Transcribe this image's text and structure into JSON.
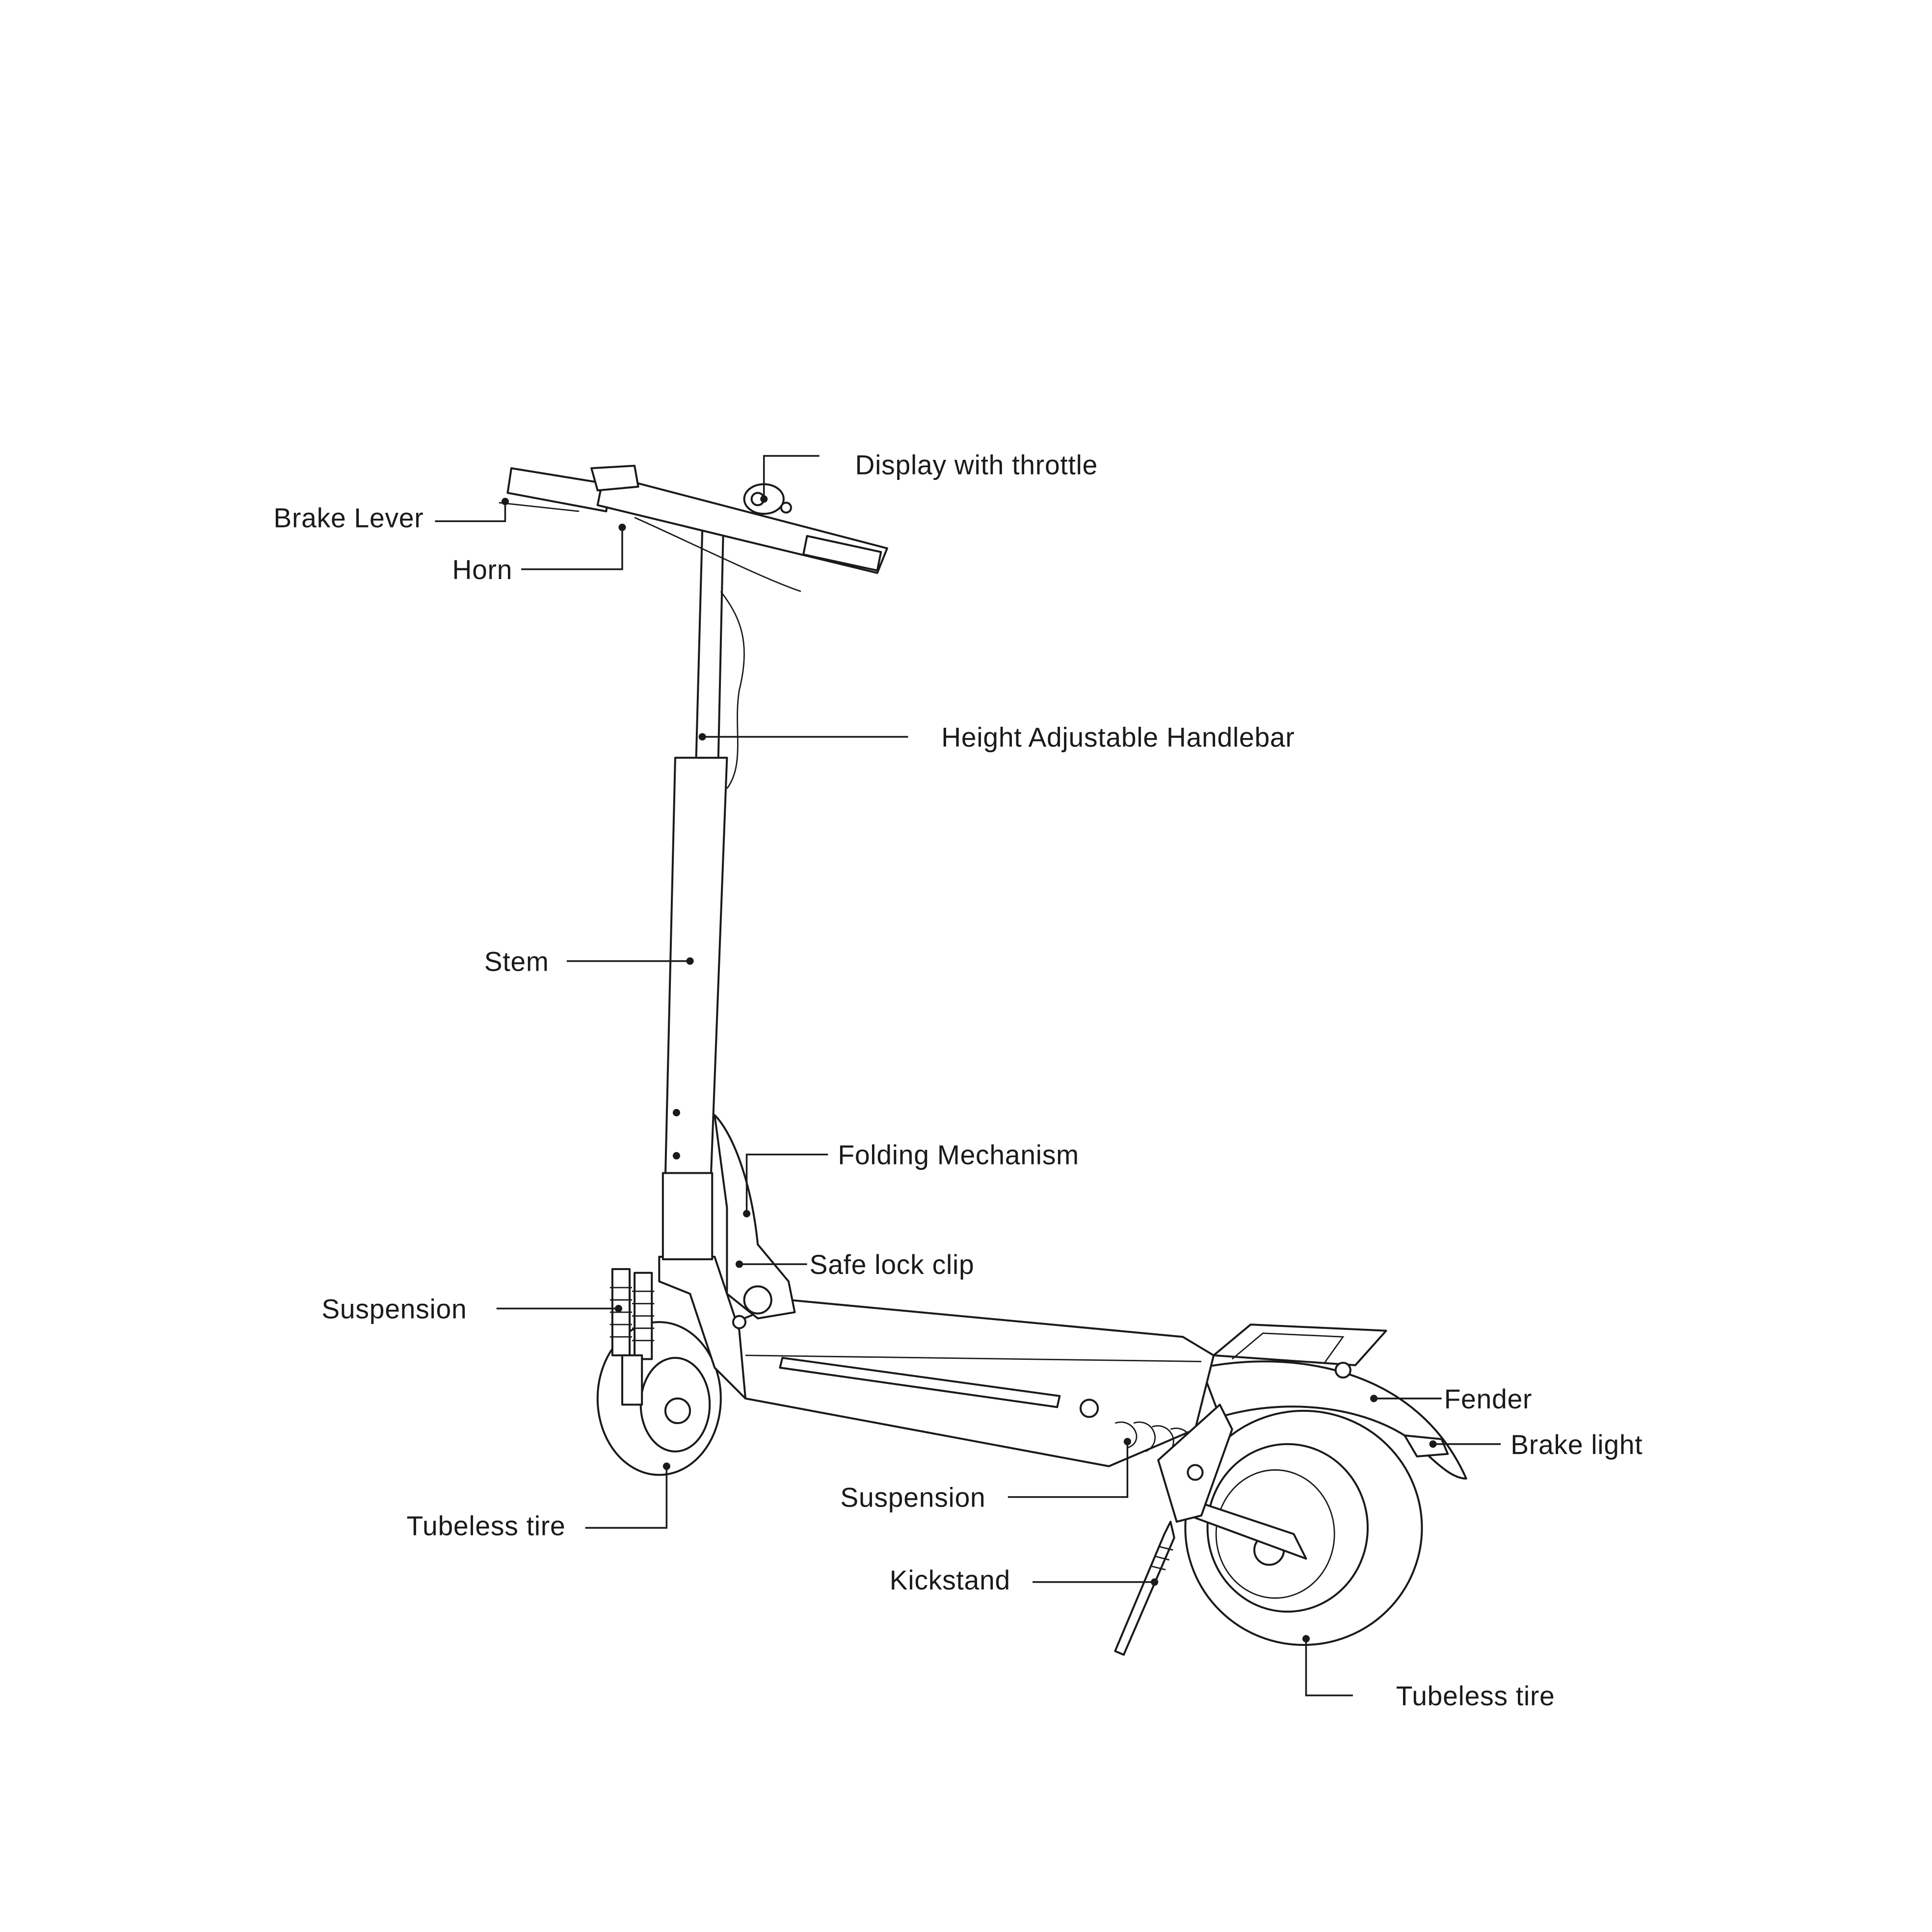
{
  "title": "Electric scooter parts diagram",
  "labels": {
    "display": "Display with throttle",
    "brake_lever": "Brake Lever",
    "horn": "Horn",
    "handlebar": "Height Adjustable Handlebar",
    "stem": "Stem",
    "folding": "Folding Mechanism",
    "safe_lock": "Safe lock clip",
    "suspension_front": "Suspension",
    "fender": "Fender",
    "brake_light": "Brake light",
    "suspension_rear": "Suspension",
    "tire_front": "Tubeless tire",
    "kickstand": "Kickstand",
    "tire_rear": "Tubeless tire"
  }
}
